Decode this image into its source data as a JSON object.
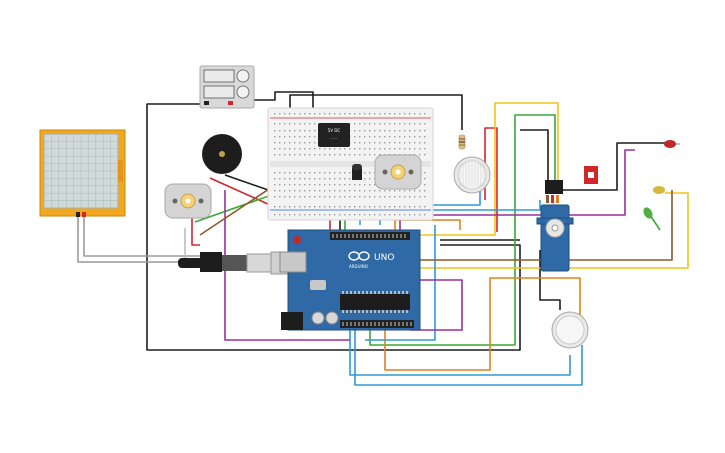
{
  "circuit": {
    "arduino": {
      "brand_text": "UNO",
      "logo_text": "ARDUINO"
    },
    "relay": {
      "label": "5V DC"
    },
    "ic": {
      "label": ""
    },
    "colors": {
      "wire_black": "#1d1d1d",
      "wire_red": "#d3262b",
      "wire_green": "#39a935",
      "wire_yellow": "#f0c419",
      "wire_orange": "#e2801e",
      "wire_blue": "#2e9bd6",
      "wire_purple": "#9c2e9c",
      "wire_brown": "#8a5a2b",
      "wire_grey": "#9a9a9a",
      "arduino_board": "#2f6aa6",
      "oscilloscope_frame": "#f2a71c",
      "led_red": "#c0282a",
      "led_yellow": "#d6b83a",
      "led_green": "#4caf3f"
    }
  }
}
